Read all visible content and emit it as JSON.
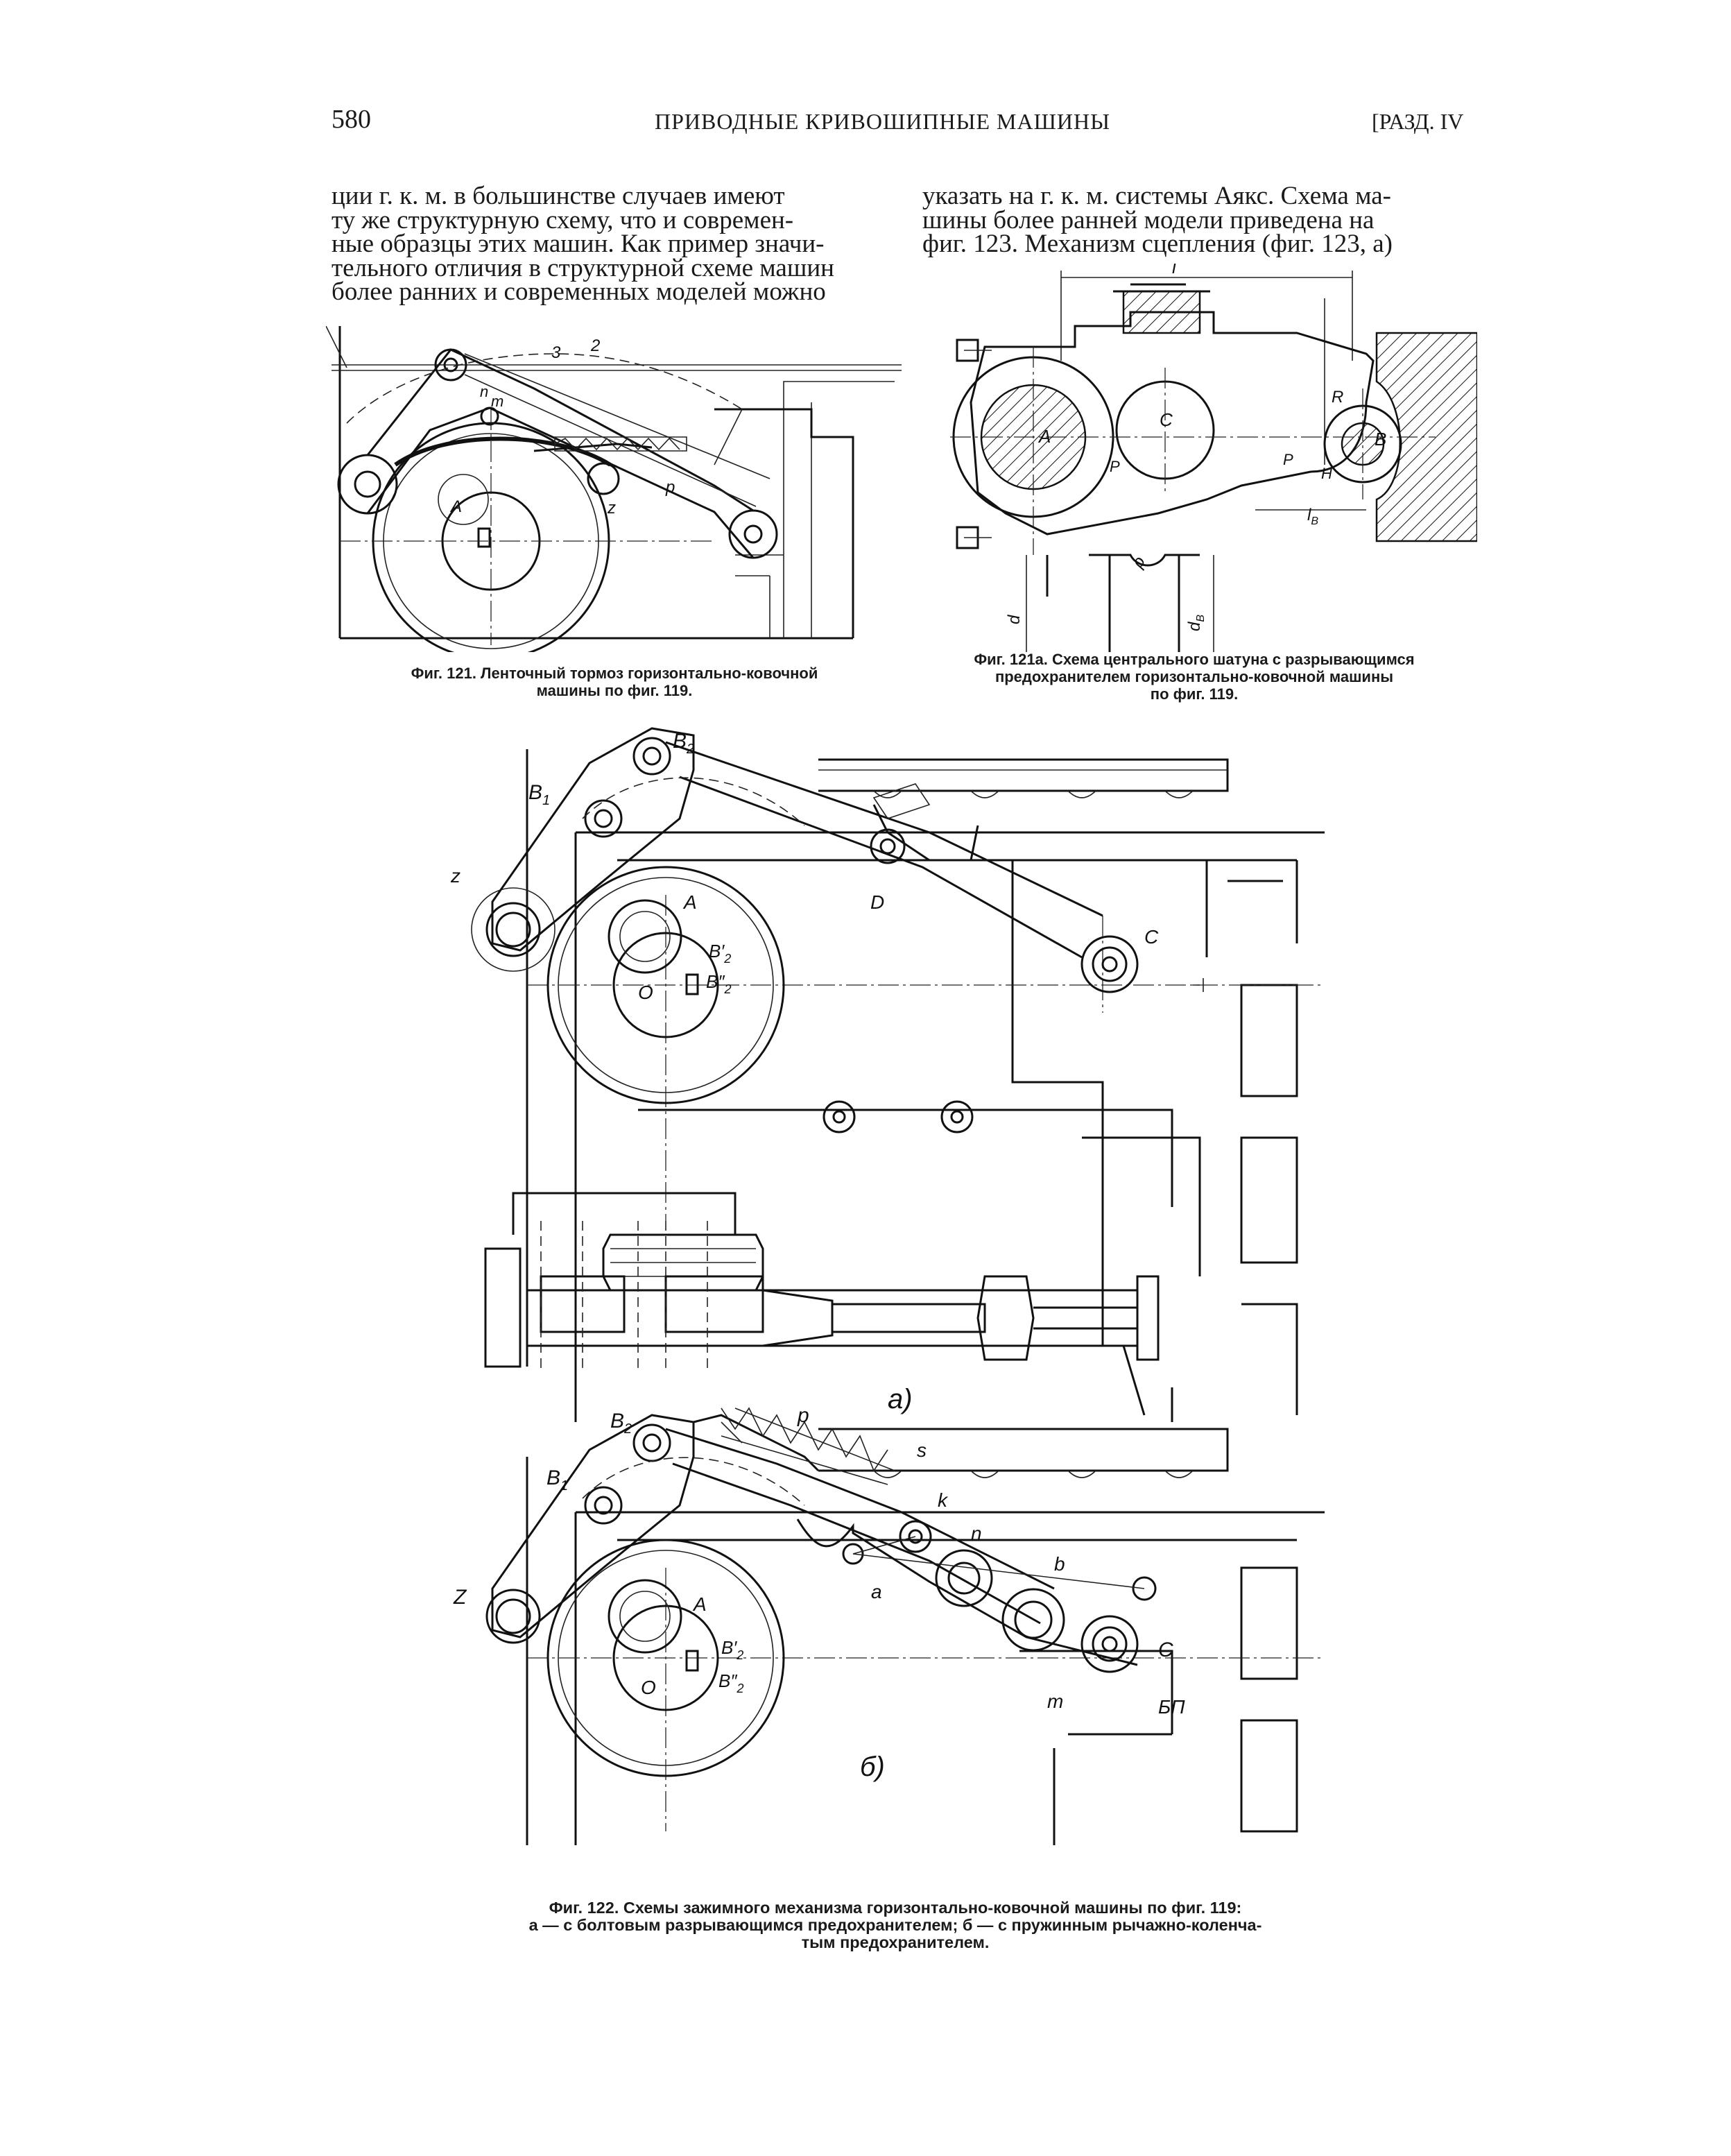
{
  "header": {
    "page_number": "580",
    "running_title": "ПРИВОДНЫЕ КРИВОШИПНЫЕ МАШИНЫ",
    "section": "[РАЗД. IV"
  },
  "text": {
    "left_column": [
      "ции г. к. м. в большинстве случаев имеют",
      "ту же структурную схему, что и современ-",
      "ные образцы этих машин. Как пример значи-",
      "тельного отличия в структурной схеме машин",
      "более ранних и современных моделей можно"
    ],
    "right_column": [
      "указать на г. к. м. системы Аякс. Схема ма-",
      "шины более ранней модели приведена на",
      "фиг. 123. Механизм сцепления (фиг. 123, а)"
    ]
  },
  "figures": {
    "fig121": {
      "caption": [
        "Фиг. 121. Ленточный тормоз горизонтально-ковочной",
        "машины по фиг. 119."
      ],
      "labels": {
        "n": "n",
        "m": "m",
        "three": "3",
        "two": "2",
        "A": "A",
        "z": "z",
        "p": "p"
      }
    },
    "fig121a": {
      "caption": [
        "Фиг. 121а. Схема центрального шатуна с разрывающимся",
        "предохранителем горизонтально-ковочной машины",
        "по фиг. 119."
      ],
      "labels": {
        "l": "l",
        "R": "R",
        "A": "A",
        "C": "C",
        "B": "B",
        "P1": "P",
        "P2": "P",
        "H": "H",
        "lB": "l",
        "lB_sub": "B",
        "rho": "ρ",
        "d": "d",
        "dB": "d",
        "dB_sub": "B"
      }
    },
    "fig122": {
      "caption": [
        "Фиг. 122. Схемы зажимного механизма горизонтально-ковочной машины по фиг. 119:",
        "а — с болтовым разрывающимся предохранителем; б — с пружинным рычажно-коленча-",
        "тым предохранителем."
      ],
      "panel_a": {
        "tag": "a)",
        "B2": "B",
        "B2_sub": "2",
        "B1": "B",
        "B1_sub": "1",
        "z": "z",
        "A": "A",
        "D": "D",
        "C": "C",
        "O": "O",
        "B2p": "B′",
        "B2p_sub": "2",
        "B2pp": "B″",
        "B2pp_sub": "2"
      },
      "panel_b": {
        "tag": "б)",
        "B2": "B",
        "B2_sub": "2",
        "B1": "B",
        "B1_sub": "1",
        "Z": "Z",
        "A": "A",
        "p": "p",
        "s": "s",
        "k": "k",
        "n": "n",
        "a": "a",
        "b": "b",
        "m": "m",
        "C": "C",
        "BP": "БП",
        "O": "O",
        "B2p": "B′",
        "B2p_sub": "2",
        "B2pp": "B″",
        "B2pp_sub": "2"
      }
    }
  }
}
